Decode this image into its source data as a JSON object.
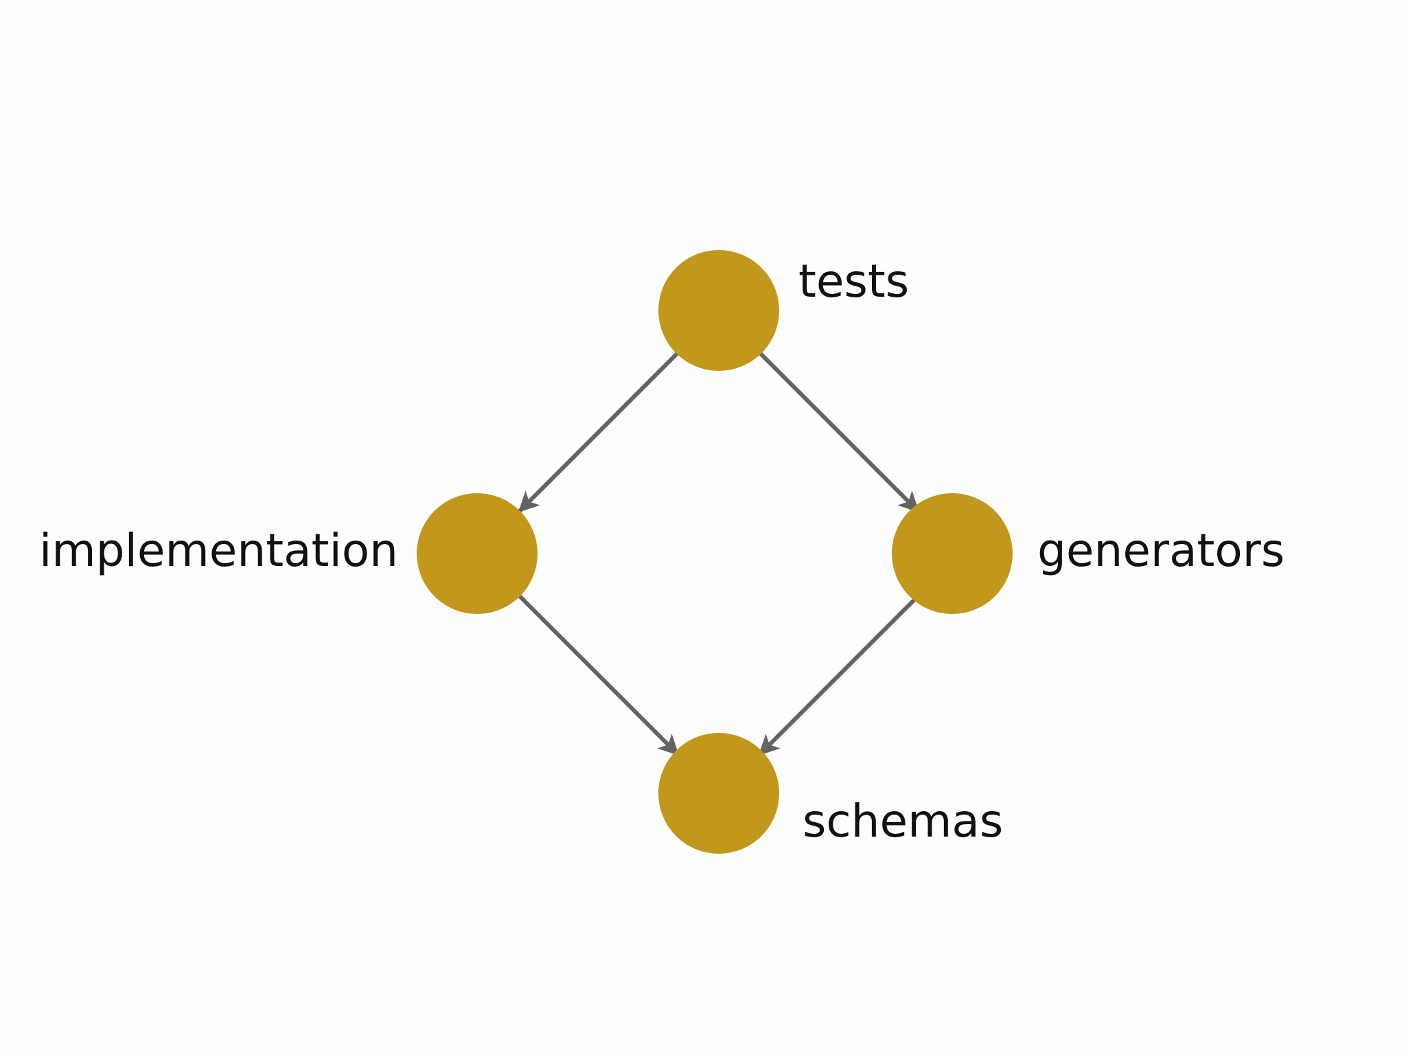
{
  "diagram": {
    "node_color": "#c2981c",
    "edge_color": "#636363",
    "background": "#fdfdfd",
    "nodes": [
      {
        "id": "tests",
        "label": "tests"
      },
      {
        "id": "implementation",
        "label": "implementation"
      },
      {
        "id": "generators",
        "label": "generators"
      },
      {
        "id": "schemas",
        "label": "schemas"
      }
    ],
    "edges": [
      {
        "from": "tests",
        "to": "implementation"
      },
      {
        "from": "tests",
        "to": "generators"
      },
      {
        "from": "implementation",
        "to": "schemas"
      },
      {
        "from": "generators",
        "to": "schemas"
      }
    ]
  }
}
